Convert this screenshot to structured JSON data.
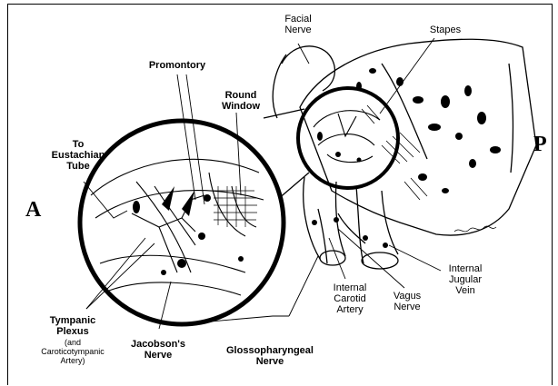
{
  "labels": {
    "facial_nerve": [
      "Facial",
      "Nerve"
    ],
    "stapes": "Stapes",
    "promontory": "Promontory",
    "round_window": [
      "Round",
      "Window"
    ],
    "eustachian_tube": [
      "To",
      "Eustachian",
      "Tube"
    ],
    "tympanic_plexus": [
      "Tympanic",
      "Plexus"
    ],
    "tympanic_plexus_note": [
      "(and",
      "Caroticotympanic",
      "Artery)"
    ],
    "jacobsons_nerve": [
      "Jacobson's",
      "Nerve"
    ],
    "glossopharyngeal_nerve": [
      "Glossopharyngeal",
      "Nerve"
    ],
    "internal_carotid_artery": [
      "Internal",
      "Carotid",
      "Artery"
    ],
    "vagus_nerve": [
      "Vagus",
      "Nerve"
    ],
    "internal_jugular_vein": [
      "Internal",
      "Jugular",
      "Vein"
    ],
    "anterior": "A",
    "posterior": "P"
  },
  "colors": {
    "ink": "#000000",
    "paper": "#ffffff"
  }
}
